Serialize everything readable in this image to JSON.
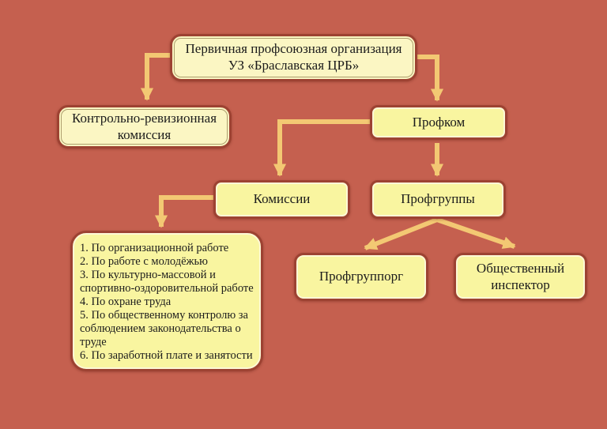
{
  "colors": {
    "bg": "#C5604F",
    "box-border": "#9D4232",
    "box-fill-large": "#FBF6C3",
    "box-fill-small": "#F9F5A0",
    "arrow": "#F3C873",
    "text": "#1C1C1C"
  },
  "org_chart": {
    "root": {
      "label": "Первичная профсоюзная организация\nУЗ «Браславская ЦРБ»"
    },
    "control_commission": {
      "label": "Контрольно-ревизионная\nкомиссия"
    },
    "profkom": {
      "label": "Профком"
    },
    "komissii": {
      "label": "Комиссии"
    },
    "profgruppy": {
      "label": "Профгруппы"
    },
    "committees_list": {
      "items": [
        "1. По организационной работе",
        "2. По работе с молодёжью",
        "3. По культурно-массовой и спортивно-оздоровительной работе",
        "4. По охране труда",
        "5. По общественному контролю за соблюдением законодательства о труде",
        "6. По заработной плате и занятости"
      ]
    },
    "profgrupporg": {
      "label": "Профгруппорг"
    },
    "public_inspector": {
      "label": "Общественный\nинспектор"
    }
  }
}
